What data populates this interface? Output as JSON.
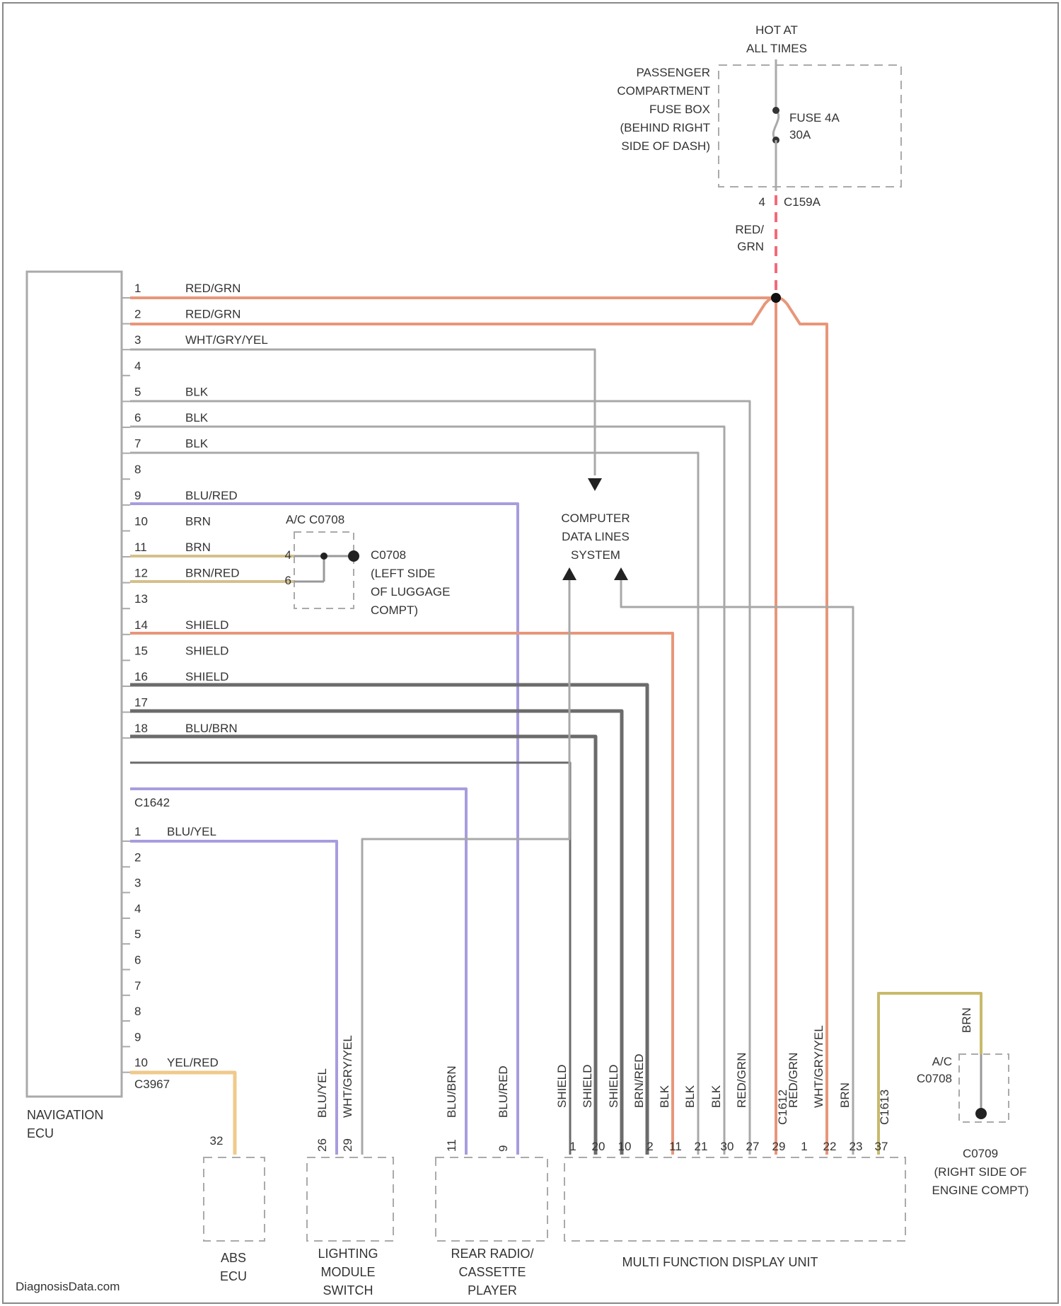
{
  "power": {
    "hot_line1": "HOT AT",
    "hot_line2": "ALL TIMES",
    "fuse_box_lines": [
      "PASSENGER",
      "COMPARTMENT",
      "FUSE BOX",
      "(BEHIND RIGHT",
      "SIDE OF DASH)"
    ],
    "fuse_name": "FUSE 4A",
    "fuse_rating": "30A",
    "fuse_pin": "4",
    "fuse_connector": "C159A",
    "feed_color_line1": "RED/",
    "feed_color_line2": "GRN"
  },
  "ecu": {
    "label_line1": "NAVIGATION",
    "label_line2": "ECU",
    "connector1_pins": [
      {
        "pin": "1",
        "color": "RED/GRN"
      },
      {
        "pin": "2",
        "color": "RED/GRN"
      },
      {
        "pin": "3",
        "color": "WHT/GRY/YEL"
      },
      {
        "pin": "4",
        "color": ""
      },
      {
        "pin": "5",
        "color": "BLK"
      },
      {
        "pin": "6",
        "color": "BLK"
      },
      {
        "pin": "7",
        "color": "BLK"
      },
      {
        "pin": "8",
        "color": ""
      },
      {
        "pin": "9",
        "color": "BLU/RED"
      },
      {
        "pin": "10",
        "color": "BRN"
      },
      {
        "pin": "11",
        "color": "BRN"
      },
      {
        "pin": "12",
        "color": "BRN/RED"
      },
      {
        "pin": "13",
        "color": ""
      },
      {
        "pin": "14",
        "color": "SHIELD"
      },
      {
        "pin": "15",
        "color": "SHIELD"
      },
      {
        "pin": "16",
        "color": "SHIELD"
      },
      {
        "pin": "17",
        "color": ""
      },
      {
        "pin": "18",
        "color": "BLU/BRN"
      }
    ],
    "connector1_name": "C1642",
    "connector2_pins": [
      {
        "pin": "1",
        "color": "BLU/YEL"
      },
      {
        "pin": "2",
        "color": ""
      },
      {
        "pin": "3",
        "color": ""
      },
      {
        "pin": "4",
        "color": ""
      },
      {
        "pin": "5",
        "color": ""
      },
      {
        "pin": "6",
        "color": ""
      },
      {
        "pin": "7",
        "color": ""
      },
      {
        "pin": "8",
        "color": ""
      },
      {
        "pin": "9",
        "color": ""
      },
      {
        "pin": "10",
        "color": "YEL/RED"
      }
    ],
    "connector2_name": "C3967"
  },
  "ground_left": {
    "ac_label": "A/C C0708",
    "pins": [
      "4",
      "6"
    ],
    "ground_lines": [
      "C0708",
      "(LEFT SIDE",
      "OF LUGGAGE",
      "COMPT)"
    ]
  },
  "data_lines": {
    "lines": [
      "COMPUTER",
      "DATA LINES",
      "SYSTEM"
    ]
  },
  "ground_right": {
    "wire": "BRN",
    "ac_lines": [
      "A/C",
      "C0708"
    ],
    "ground_lines": [
      "C0709",
      "(RIGHT SIDE OF",
      "ENGINE COMPT)"
    ]
  },
  "components": {
    "abs": {
      "lines": [
        "ABS",
        "ECU"
      ],
      "pin": "32"
    },
    "lighting": {
      "lines": [
        "LIGHTING",
        "MODULE",
        "SWITCH"
      ],
      "pins": [
        "26",
        "29"
      ],
      "wires": [
        "BLU/YEL",
        "WHT/GRY/YEL"
      ]
    },
    "radio": {
      "lines": [
        "REAR RADIO/",
        "CASSETTE",
        "PLAYER"
      ],
      "pins": [
        "11",
        "9"
      ],
      "wires": [
        "BLU/BRN",
        "BLU/RED"
      ]
    },
    "mfd": {
      "label": "MULTI FUNCTION DISPLAY UNIT",
      "wires": [
        "SHIELD",
        "SHIELD",
        "SHIELD",
        "BRN/RED",
        "BLK",
        "BLK",
        "BLK",
        "RED/GRN",
        "",
        "RED/GRN",
        "WHT/GRY/YEL",
        "BRN",
        ""
      ],
      "pins": [
        "1",
        "20",
        "10",
        "2",
        "11",
        "21",
        "30",
        "27",
        "29",
        "1",
        "22",
        "23",
        "37"
      ],
      "connectors": [
        "C1612",
        "C1613"
      ]
    }
  },
  "watermark": "DiagnosisData.com",
  "colors": {
    "red_grn": "#e8967a",
    "gray": "#a8a8a8",
    "shield": "#6b6b6b",
    "blue": "#a89cde",
    "brown": "#d4c08a",
    "yel_red": "#f0c98a",
    "feed_dash": "#f26a7a"
  }
}
